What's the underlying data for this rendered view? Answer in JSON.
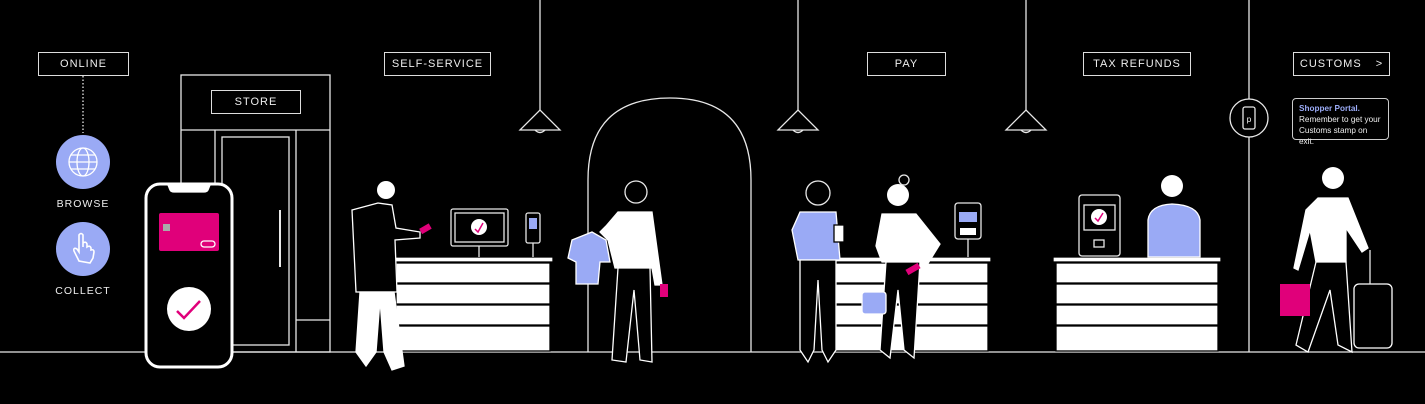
{
  "stages": {
    "online": "ONLINE",
    "store": "STORE",
    "self_service": "SELF-SERVICE",
    "pay": "PAY",
    "tax_refunds": "TAX REFUNDS",
    "customs": "CUSTOMS",
    "customs_arrow": ">"
  },
  "online_steps": {
    "browse": "BROWSE",
    "collect": "COLLECT"
  },
  "tooltip": {
    "title": "Shopper Portal.",
    "body": "Remember to get your Customs stamp on exit."
  },
  "icons": {
    "browse": "globe-icon",
    "collect": "pointing-hand-icon",
    "portal": "phone-p-icon"
  },
  "colors": {
    "background": "#000000",
    "accent_purple": "#9aaaf5",
    "accent_magenta": "#e0007a",
    "line": "#e8e8e8"
  }
}
